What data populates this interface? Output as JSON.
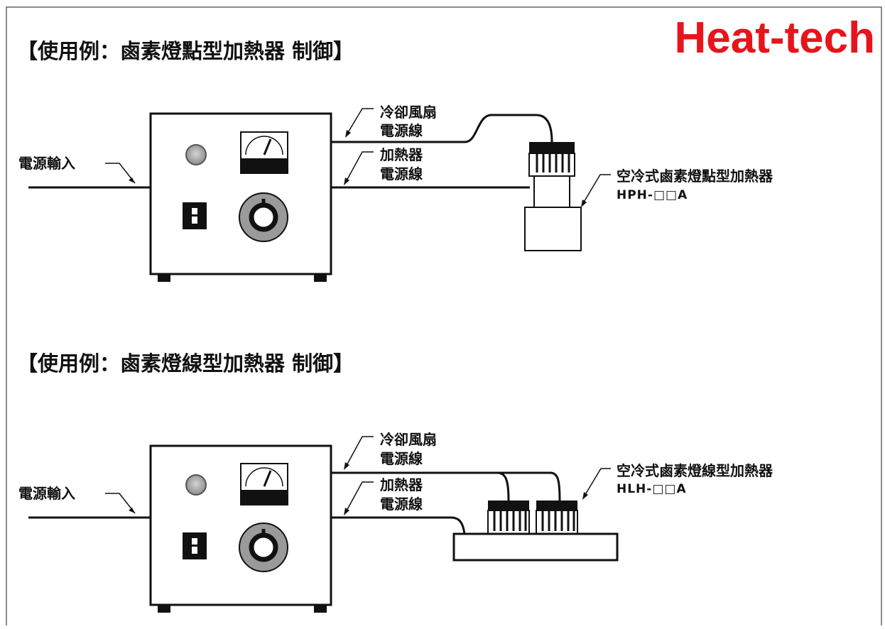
{
  "brand": {
    "text": "Heat-tech",
    "color": "#e8141c"
  },
  "diagrams": [
    {
      "title": "【使用例：鹵素燈點型加熱器 制御】",
      "power_input_label": "電源輸入",
      "fan_cable_label": [
        "冷卻風扇",
        "電源線"
      ],
      "heater_cable_label": [
        "加熱器",
        "電源線"
      ],
      "heater_name": "空冷式鹵素燈點型加熱器",
      "heater_model": "HPH-□□A"
    },
    {
      "title": "【使用例：鹵素燈線型加熱器 制御】",
      "power_input_label": "電源輸入",
      "fan_cable_label": [
        "冷卻風扇",
        "電源線"
      ],
      "heater_cable_label": [
        "加熱器",
        "電源線"
      ],
      "heater_name": "空冷式鹵素燈線型加熱器",
      "heater_model": "HLH-□□A"
    }
  ],
  "icons": {
    "indicator": "indicator-lamp-icon",
    "meter": "analog-meter-icon",
    "switch": "power-switch-icon",
    "knob": "control-knob-icon"
  }
}
